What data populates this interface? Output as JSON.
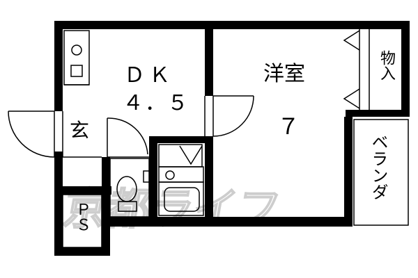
{
  "rooms": {
    "dk": {
      "name": "ＤＫ",
      "size": "４．５"
    },
    "western_room": {
      "name": "洋室",
      "size": "７"
    },
    "entrance": "玄",
    "storage": "物入",
    "balcony": "ベランダ",
    "ps": "ＰＳ"
  },
  "watermark": "京都ライフ",
  "colors": {
    "wall": "#000000",
    "watermark": "#c8c8c8"
  }
}
